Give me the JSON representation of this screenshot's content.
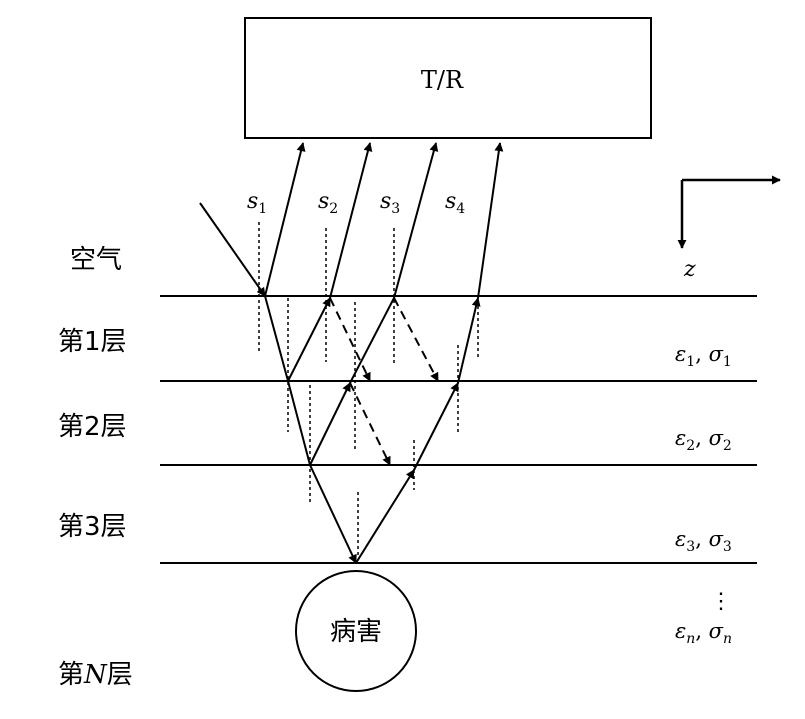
{
  "transceiver": {
    "label": "T/R"
  },
  "signals": [
    {
      "sym": "s",
      "sub": "1"
    },
    {
      "sym": "s",
      "sub": "2"
    },
    {
      "sym": "s",
      "sub": "3"
    },
    {
      "sym": "s",
      "sub": "4"
    }
  ],
  "axis": {
    "z": "z"
  },
  "layers": {
    "air": "空气",
    "layer1": "第1层",
    "layer2": "第2层",
    "layer3": "第3层",
    "layerN": {
      "pre": "第",
      "n": "N",
      "post": "层"
    }
  },
  "params": [
    {
      "e": "ε",
      "es": "1",
      "sep": ", ",
      "s": "σ",
      "ss": "1"
    },
    {
      "e": "ε",
      "es": "2",
      "sep": ", ",
      "s": "σ",
      "ss": "2"
    },
    {
      "e": "ε",
      "es": "3",
      "sep": ", ",
      "s": "σ",
      "ss": "3"
    },
    {
      "e": "ε",
      "es": "n",
      "sep": ", ",
      "s": "σ",
      "ss": "n"
    }
  ],
  "ellipsis": "⋮",
  "lesion": "病害"
}
